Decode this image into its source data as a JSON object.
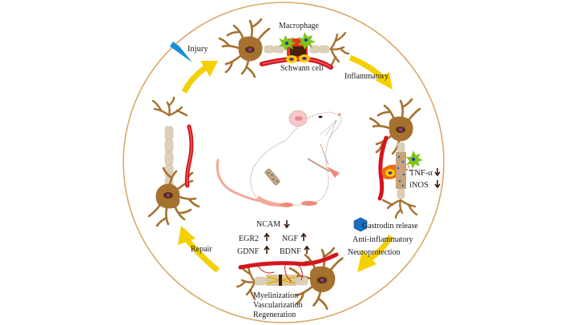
{
  "diagram": {
    "stages": {
      "injury": {
        "label": "Injury"
      },
      "inflammatory": {
        "label": "Inflammatory"
      },
      "repair": {
        "label": "Repair"
      }
    },
    "top_cell": {
      "macrophage_label": "Macrophage",
      "schwann_label": "Schwann cell"
    },
    "right_cell": {
      "markers": [
        {
          "label": "TNF-α",
          "direction": "down"
        },
        {
          "label": "iNOS",
          "direction": "down"
        }
      ]
    },
    "treatment": {
      "gastrodin_label": "Gastrodin release",
      "effect1": "Anti-inflammatory",
      "effect2": "Neuroprotection"
    },
    "bottom_cell": {
      "markers": {
        "ncam": {
          "label": "NCAM",
          "direction": "down"
        },
        "egr2": {
          "label": "EGR2",
          "direction": "up"
        },
        "ngf": {
          "label": "NGF",
          "direction": "up"
        },
        "gdnf": {
          "label": "GDNF",
          "direction": "up"
        },
        "bdnf": {
          "label": "BDNF",
          "direction": "up"
        }
      },
      "outcomes": [
        "Myelinization",
        "Vascularization",
        "Regeneration"
      ]
    },
    "colors": {
      "circle": "#d9a86a",
      "arrow": "#f5d000",
      "neuron": "#a5712f",
      "vessel": "#d4161e",
      "myelin": "#dcd0b8",
      "macrophage": "#7fc31c",
      "gastrodin": "#1a6fc0",
      "injury_blade": "#1a8fd6",
      "rat_outline": "#c89f8c",
      "rat_pink": "#f4a89a"
    }
  }
}
